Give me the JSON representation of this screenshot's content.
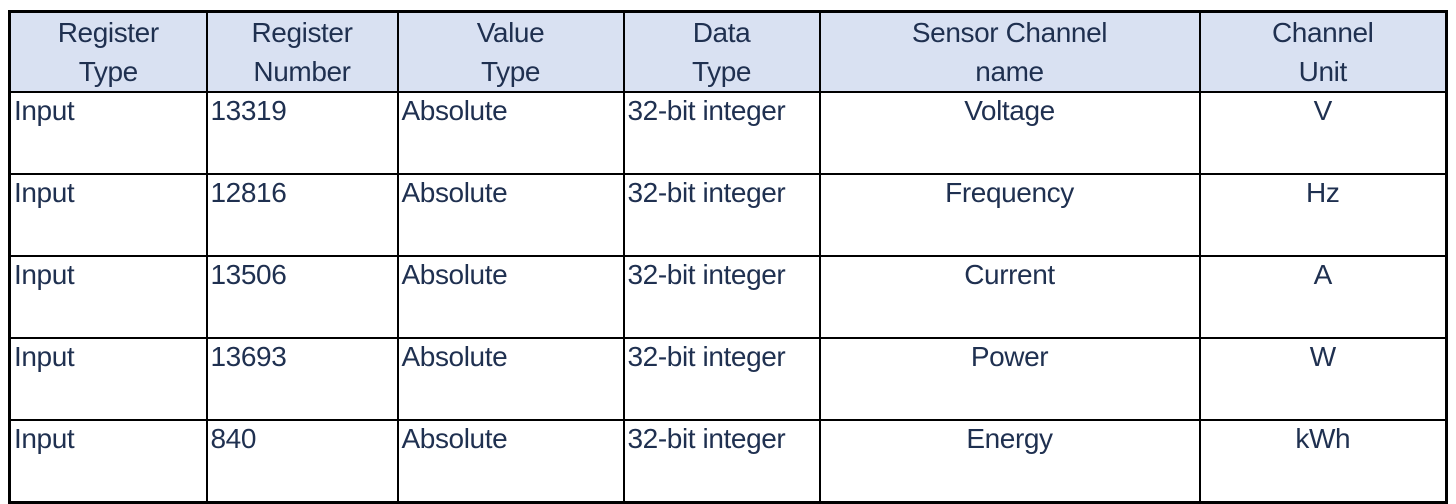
{
  "colors": {
    "header_bg": "#d9e1f2",
    "text": "#1f3050",
    "border": "#000000",
    "page_bg": "#ffffff"
  },
  "table": {
    "columns": [
      {
        "id": "register_type",
        "label_line1": "Register",
        "label_line2": "Type"
      },
      {
        "id": "register_number",
        "label_line1": "Register",
        "label_line2": "Number"
      },
      {
        "id": "value_type",
        "label_line1": "Value",
        "label_line2": "Type"
      },
      {
        "id": "data_type",
        "label_line1": "Data",
        "label_line2": "Type"
      },
      {
        "id": "sensor_channel_name",
        "label_line1": "Sensor Channel",
        "label_line2": "name"
      },
      {
        "id": "channel_unit",
        "label_line1": "Channel",
        "label_line2": "Unit"
      }
    ],
    "rows": [
      {
        "register_type": "Input",
        "register_number": "13319",
        "value_type": "Absolute",
        "data_type": "32-bit integer",
        "sensor_channel_name": "Voltage",
        "channel_unit": "V"
      },
      {
        "register_type": "Input",
        "register_number": "12816",
        "value_type": "Absolute",
        "data_type": "32-bit integer",
        "sensor_channel_name": "Frequency",
        "channel_unit": "Hz"
      },
      {
        "register_type": "Input",
        "register_number": "13506",
        "value_type": "Absolute",
        "data_type": "32-bit integer",
        "sensor_channel_name": "Current",
        "channel_unit": "A"
      },
      {
        "register_type": "Input",
        "register_number": "13693",
        "value_type": "Absolute",
        "data_type": "32-bit integer",
        "sensor_channel_name": "Power",
        "channel_unit": "W"
      },
      {
        "register_type": "Input",
        "register_number": "840",
        "value_type": "Absolute",
        "data_type": "32-bit integer",
        "sensor_channel_name": "Energy",
        "channel_unit": "kWh"
      }
    ]
  }
}
